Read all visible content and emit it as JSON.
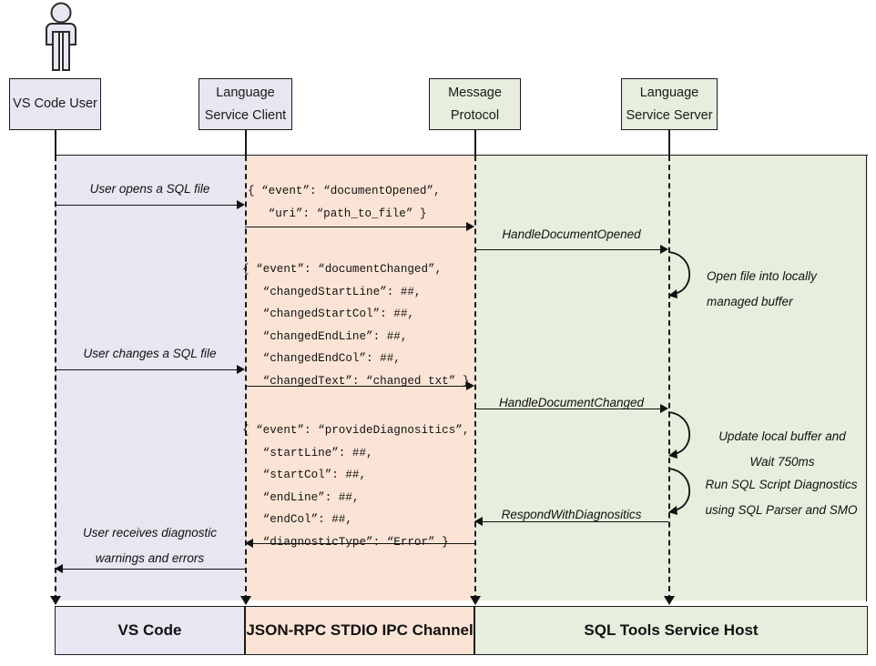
{
  "diagram": {
    "title": "VS Code SQL Tools language service sequence diagram",
    "type": "sequence-diagram"
  },
  "colors": {
    "lavender": "#e8e6f0",
    "peach": "#fbe4d5",
    "green": "#e7eedd",
    "stroke": "#1a1a1a"
  },
  "lifelines": [
    {
      "id": "vscode-user",
      "line1": "VS Code User",
      "line2": ""
    },
    {
      "id": "language-service-client",
      "line1": "Language",
      "line2": "Service Client"
    },
    {
      "id": "message-protocol",
      "line1": "Message",
      "line2": "Protocol"
    },
    {
      "id": "language-service-server",
      "line1": "Language",
      "line2": "Service Server"
    }
  ],
  "messages": [
    {
      "id": "user-opens-sql-file",
      "label": "User opens a SQL file"
    },
    {
      "id": "handle-document-opened",
      "label": "HandleDocumentOpened"
    },
    {
      "id": "user-changes-sql-file",
      "label": "User changes a SQL file"
    },
    {
      "id": "handle-document-changed",
      "label": "HandleDocumentChanged"
    },
    {
      "id": "respond-with-diagnositics",
      "label": "RespondWithDiagnositics"
    },
    {
      "id": "user-receives-diagnostics-1",
      "label": "User receives diagnostic"
    },
    {
      "id": "user-receives-diagnostics-2",
      "label": "warnings and errors"
    }
  ],
  "json_payloads": [
    {
      "id": "document-opened-payload",
      "lines": [
        "{ “event”: “documentOpened”,",
        "   “uri”: “path_to_file” }"
      ]
    },
    {
      "id": "document-changed-payload",
      "lines": [
        "{ “event”: “documentChanged”,",
        "   “changedStartLine”: ##,",
        "   “changedStartCol”: ##,",
        "   “changedEndLine”: ##,",
        "   “changedEndCol”: ##,",
        "   “changedText”: “changed txt” }"
      ]
    },
    {
      "id": "provide-diagnositics-payload",
      "lines": [
        "{ “event”: “provideDiagnositics”,",
        "   “startLine”: ##,",
        "   “startCol”: ##,",
        "   “endLine”: ##,",
        "   “endCol”: ##,",
        "   “diagnosticType”: “Error” }"
      ]
    }
  ],
  "notes": [
    {
      "id": "open-file-note",
      "line1": "Open file into locally",
      "line2": "managed buffer"
    },
    {
      "id": "update-buffer-note",
      "line1": "Update local buffer and",
      "line2": "Wait 750ms"
    },
    {
      "id": "run-diagnostics-note",
      "line1": "Run SQL Script Diagnostics",
      "line2": "using SQL Parser and SMO"
    }
  ],
  "footer": [
    {
      "id": "footer-vs-code",
      "label": "VS Code"
    },
    {
      "id": "footer-ipc-channel",
      "label": "JSON-RPC STDIO IPC Channel"
    },
    {
      "id": "footer-service-host",
      "label": "SQL Tools Service Host"
    }
  ]
}
